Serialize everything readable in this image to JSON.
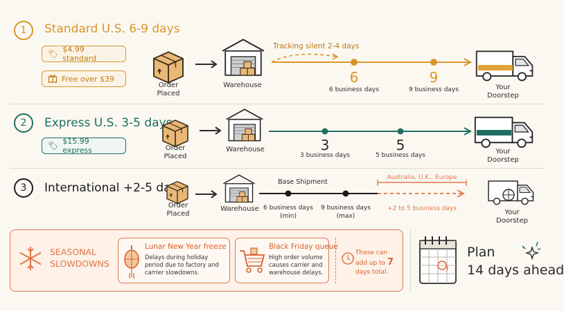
{
  "rows": [
    {
      "number": "1",
      "title": "Standard U.S. 6-9 days",
      "color": "#d9962a",
      "tags": [
        "$4.99 standard",
        "Free over $39"
      ],
      "tag_icons": [
        "price-tag-icon",
        "gift-icon"
      ],
      "order_label": "Order Placed",
      "warehouse_label": "Warehouse",
      "tracking_note": "Tracking silent 2-4 days",
      "milestones": [
        {
          "num": "6",
          "label": "6 business days"
        },
        {
          "num": "9",
          "label": "9 business days"
        }
      ],
      "destination_label": "Your Doorstep"
    },
    {
      "number": "2",
      "title": "Express U.S. 3-5 days",
      "color": "#1f6e60",
      "tags": [
        "$15.99 express"
      ],
      "tag_icons": [
        "price-tag-icon"
      ],
      "order_label": "Order Placed",
      "warehouse_label": "Warehouse",
      "milestones": [
        {
          "num": "3",
          "label": "3 business days"
        },
        {
          "num": "5",
          "label": "5 business days"
        }
      ],
      "destination_label": "Your Doorstep"
    },
    {
      "number": "3",
      "title": "International +2-5 days",
      "color": "#1a1a1a",
      "order_label": "Order Placed",
      "warehouse_label": "Warehouse",
      "base_label": "Base Shipment",
      "milestones": [
        {
          "label": "6 business days",
          "sub": "(min)"
        },
        {
          "label": "9 business days",
          "sub": "(max)"
        }
      ],
      "extension_label": "Australia, U.K., Europe",
      "extension_days": "+2 to 5 business days",
      "destination_label": "Your Doorstep"
    }
  ],
  "seasonal": {
    "heading_line1": "SEASONAL",
    "heading_line2": "SLOWDOWNS",
    "cards": [
      {
        "title": "Lunar New Year freeze",
        "text": "Delays during holiday period due to factory and carrier slowdowns.",
        "icon": "lantern-icon"
      },
      {
        "title": "Black Friday queue",
        "text": "High order volume causes carrier and warehouse delays.",
        "icon": "shopping-cart-icon"
      }
    ],
    "note_pre": "These can add up to ",
    "note_num": "7",
    "note_post": " days total."
  },
  "plan": {
    "line1": "Plan",
    "line2": "14 days ahead"
  },
  "colors": {
    "orange": "#d9962a",
    "teal": "#1f6e60",
    "black": "#1a1a1a",
    "coral": "#e2774a",
    "box": "#e9b877"
  }
}
